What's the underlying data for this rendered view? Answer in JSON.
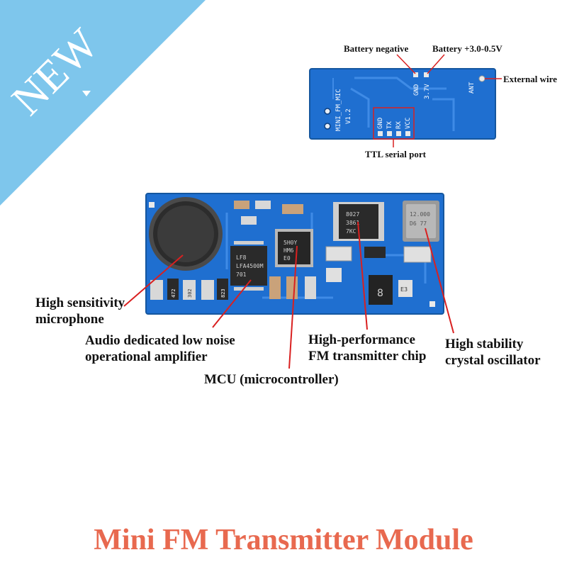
{
  "badge": {
    "text": "NEW",
    "color": "#7ec6ec"
  },
  "top_board": {
    "silk_name": "MINI_FM_MIC",
    "silk_version": "V1.2",
    "pins": [
      "GND",
      "TX",
      "RX",
      "VCC"
    ],
    "pad_gnd": "GND",
    "pad_v": "3.7V",
    "pad_ant": "ANT"
  },
  "top_labels": {
    "battery_negative": "Battery negative",
    "battery_positive": "Battery +3.0-0.5V",
    "external_wire": "External wire",
    "ttl_serial_port": "TTL serial port"
  },
  "bottom_labels": {
    "microphone": [
      "High sensitivity",
      "microphone"
    ],
    "amplifier": [
      "Audio dedicated low noise",
      "operational amplifier"
    ],
    "mcu": "MCU (microcontroller)",
    "fm_chip": [
      "High-performance",
      "FM transmitter chip"
    ],
    "crystal": [
      "High stability",
      "crystal oscillator"
    ]
  },
  "chip_marks": {
    "amp": [
      "LF8",
      "LFA4500M",
      "701"
    ],
    "mcu": [
      "5H0Y",
      "HM6",
      "E0"
    ],
    "fm": [
      "8027",
      "3861",
      "7KC"
    ],
    "crystal": [
      "12.000",
      "D6 77"
    ],
    "resistors": [
      "472",
      "302",
      "823"
    ],
    "small_a": "8",
    "small_b": "E3"
  },
  "title": "Mini FM Transmitter Module",
  "colors": {
    "board": "#1f6fd0",
    "board_dark": "#134f9e",
    "title": "#e8694f",
    "leader": "#d92020"
  }
}
